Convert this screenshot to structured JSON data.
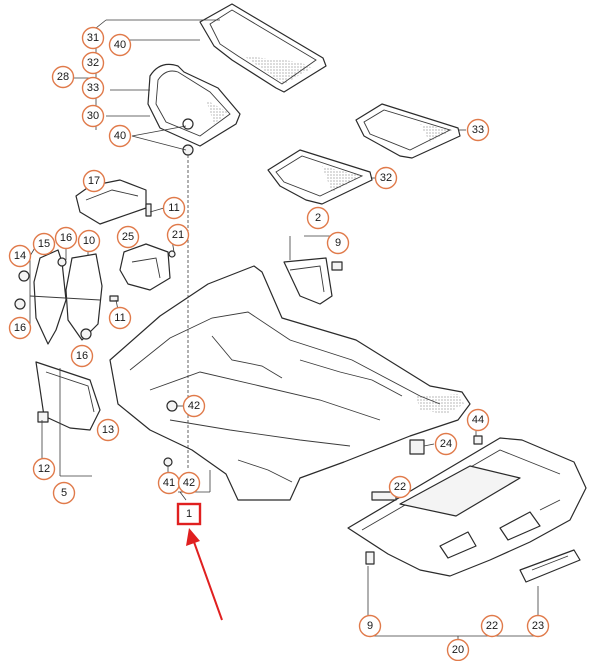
{
  "callouts": [
    {
      "id": "c31",
      "label": "31"
    },
    {
      "id": "c40a",
      "label": "40"
    },
    {
      "id": "c32a",
      "label": "32"
    },
    {
      "id": "c28",
      "label": "28"
    },
    {
      "id": "c33a",
      "label": "33"
    },
    {
      "id": "c30",
      "label": "30"
    },
    {
      "id": "c40b",
      "label": "40"
    },
    {
      "id": "c33b",
      "label": "33"
    },
    {
      "id": "c32b",
      "label": "32"
    },
    {
      "id": "c17",
      "label": "17"
    },
    {
      "id": "c11a",
      "label": "11"
    },
    {
      "id": "c2",
      "label": "2"
    },
    {
      "id": "c9a",
      "label": "9"
    },
    {
      "id": "c15",
      "label": "15"
    },
    {
      "id": "c16a",
      "label": "16"
    },
    {
      "id": "c10",
      "label": "10"
    },
    {
      "id": "c25",
      "label": "25"
    },
    {
      "id": "c21",
      "label": "21"
    },
    {
      "id": "c14",
      "label": "14"
    },
    {
      "id": "c16b",
      "label": "16"
    },
    {
      "id": "c11b",
      "label": "11"
    },
    {
      "id": "c16c",
      "label": "16"
    },
    {
      "id": "c42a",
      "label": "42"
    },
    {
      "id": "c44",
      "label": "44"
    },
    {
      "id": "c13",
      "label": "13"
    },
    {
      "id": "c24",
      "label": "24"
    },
    {
      "id": "c12",
      "label": "12"
    },
    {
      "id": "c41",
      "label": "41"
    },
    {
      "id": "c42b",
      "label": "42"
    },
    {
      "id": "c22a",
      "label": "22"
    },
    {
      "id": "c5",
      "label": "5"
    },
    {
      "id": "c9b",
      "label": "9"
    },
    {
      "id": "c22b",
      "label": "22"
    },
    {
      "id": "c23",
      "label": "23"
    },
    {
      "id": "c20",
      "label": "20"
    }
  ],
  "highlighted_part": {
    "label": "1"
  },
  "colors": {
    "callout_ring": "#e07a4a",
    "highlight": "#e02020",
    "line": "#2b2b2b"
  }
}
